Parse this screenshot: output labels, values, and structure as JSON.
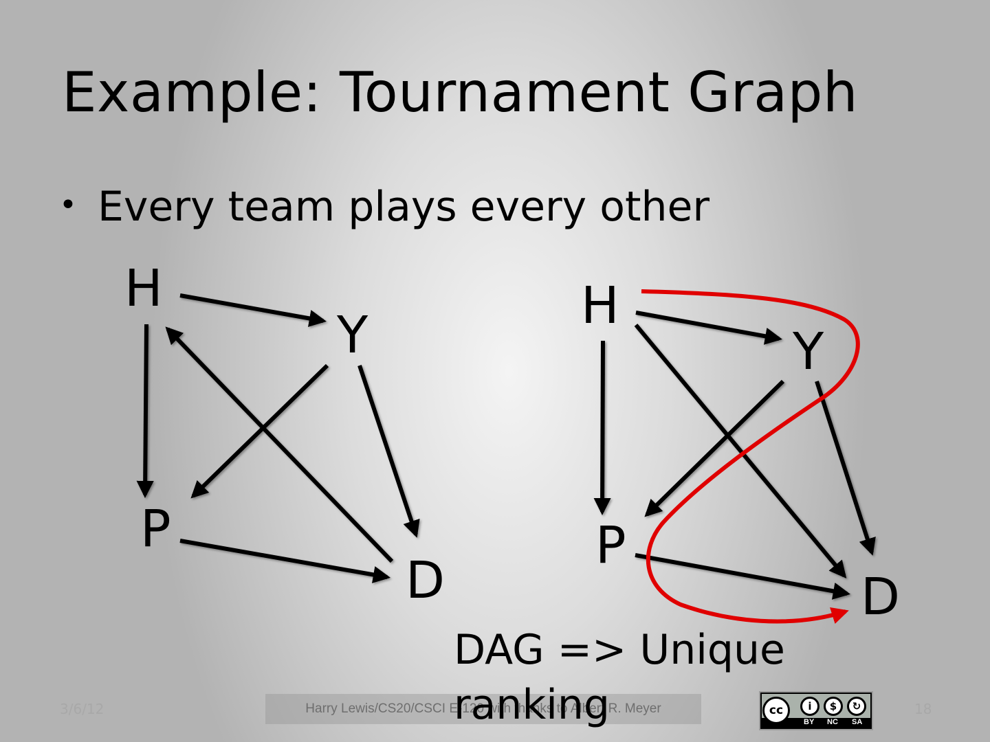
{
  "slide": {
    "title": "Example: Tournament Graph",
    "bullet_symbol": "•",
    "bullet_text": "Every team plays every other",
    "left_graph": {
      "nodes": {
        "h": "H",
        "y": "Y",
        "p": "P",
        "d": "D"
      }
    },
    "right_graph": {
      "nodes": {
        "h": "H",
        "y": "Y",
        "p": "P",
        "d": "D"
      }
    },
    "caption": "DAG => Unique ranking",
    "colors": {
      "edge": "#000000",
      "path_highlight": "#e00000"
    }
  },
  "footer": {
    "date": "3/6/12",
    "credit": "Harry Lewis/CS20/CSCI E-120 with thanks to Albert R. Meyer",
    "page_number": "18",
    "license": {
      "icons": [
        "creative-commons-icon",
        "attribution-icon",
        "noncommercial-icon",
        "sharealike-icon"
      ],
      "labels": {
        "cc": "cc",
        "by": "BY",
        "nc": "NC",
        "sa": "SA"
      }
    }
  }
}
